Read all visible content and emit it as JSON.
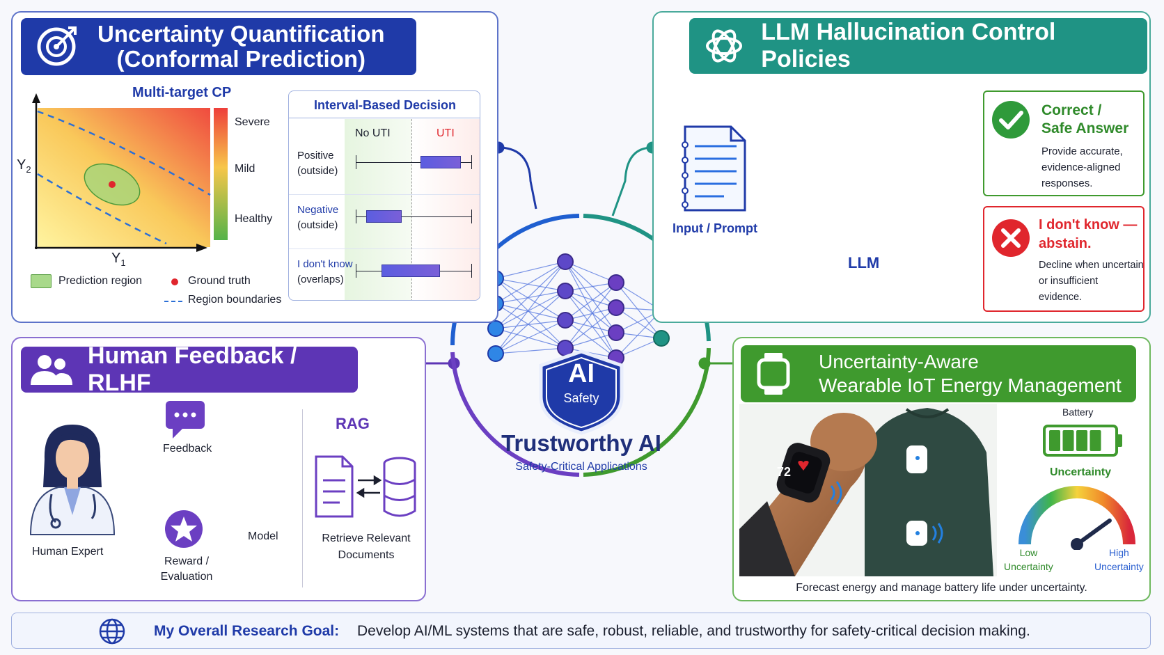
{
  "colors": {
    "blue": "#1f3aa8",
    "teal": "#1f9384",
    "purple": "#5d35b5",
    "green": "#3f9a2e",
    "red": "#e0262d"
  },
  "uq": {
    "title_line1": "Uncertainty Quantification",
    "title_line2": "(Conformal Prediction)",
    "icon": "target-icon",
    "cp": {
      "title": "Multi-target CP",
      "y_axis": "Y",
      "y_sub": "2",
      "x_axis": "Y",
      "x_sub": "1",
      "scale": [
        "Severe",
        "Mild",
        "Healthy"
      ],
      "legend": {
        "region": "Prediction region",
        "truth": "Ground truth",
        "boundaries": "Region boundaries"
      }
    },
    "interval": {
      "title": "Interval-Based Decision",
      "col_no": "No UTI",
      "col_yes": "UTI",
      "rows": [
        {
          "line1": "Positive",
          "line2": "(outside)",
          "box_start": 0.56,
          "box_end": 0.91
        },
        {
          "line1": "Negative",
          "line2": "(outside)",
          "box_start": 0.09,
          "box_end": 0.4
        },
        {
          "line1": "I don't know",
          "line2": "(overlaps)",
          "box_start": 0.22,
          "box_end": 0.73
        }
      ]
    }
  },
  "llm": {
    "title": "LLM Hallucination Control Policies",
    "icon": "openai-logo-icon",
    "input_label": "Input / Prompt",
    "llm_label": "LLM",
    "correct": {
      "title_line1": "Correct /",
      "title_line2": "Safe Answer",
      "desc": [
        "Provide accurate,",
        "evidence-aligned",
        "responses."
      ]
    },
    "abstain": {
      "title_line1": "I don't know —",
      "title_line2": "abstain.",
      "desc": [
        "Decline when uncertain",
        "or insufficient",
        "evidence."
      ]
    }
  },
  "center": {
    "badge_main": "AI",
    "badge_sub": "Safety",
    "title": "Trustworthy AI",
    "subtitle": "Safety-Critical Applications"
  },
  "rlhf": {
    "title": "Human Feedback / RLHF",
    "icon": "users-icon",
    "human_label": "Human Expert",
    "feedback_label": "Feedback",
    "model_label": "Model",
    "reward_line1": "Reward /",
    "reward_line2": "Evaluation",
    "rag": "RAG",
    "retrieve_line1": "Retrieve Relevant",
    "retrieve_line2": "Documents"
  },
  "iot": {
    "title_line1": "Uncertainty-Aware",
    "title_line2": "Wearable IoT Energy Management",
    "icon": "smartwatch-icon",
    "watch_value": "72",
    "battery_label": "Battery",
    "battery_level": 0.8,
    "uncertainty_label": "Uncertainty",
    "gauge_value": 0.8,
    "low_line1": "Low",
    "low_line2": "Uncertainty",
    "high_line1": "High",
    "high_line2": "Uncertainty",
    "caption": "Forecast energy and manage battery life under uncertainty."
  },
  "goal": {
    "icon": "globe-icon",
    "label": "My Overall Research Goal:",
    "text": "Develop AI/ML systems that are safe, robust, reliable, and trustworthy for safety-critical decision making."
  }
}
